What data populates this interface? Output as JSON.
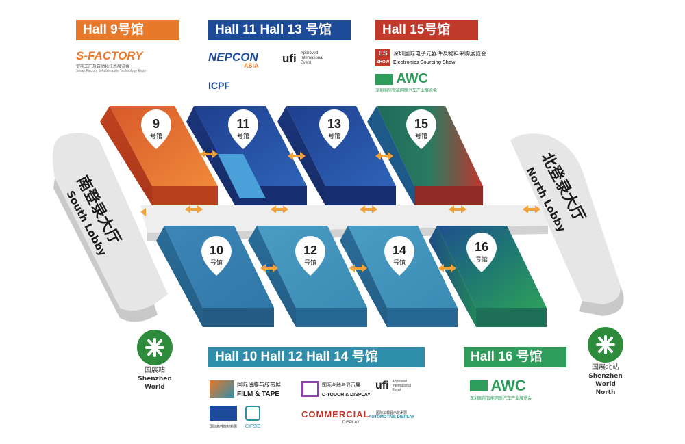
{
  "headers": {
    "h9": "Hall 9号馆",
    "h11_13": "Hall 11 Hall 13 号馆",
    "h15": "Hall 15号馆",
    "h10_12_14": "Hall 10  Hall 12 Hall 14 号馆",
    "h16": "Hall 16 号馆"
  },
  "halls": [
    {
      "num": "9",
      "suffix": "号馆"
    },
    {
      "num": "11",
      "suffix": "号馆"
    },
    {
      "num": "13",
      "suffix": "号馆"
    },
    {
      "num": "15",
      "suffix": "号馆"
    },
    {
      "num": "10",
      "suffix": "号馆"
    },
    {
      "num": "12",
      "suffix": "号馆"
    },
    {
      "num": "14",
      "suffix": "号馆"
    },
    {
      "num": "16",
      "suffix": "号馆"
    }
  ],
  "lobbies": {
    "south": {
      "cn": "南登录大厅",
      "en": "South Lobby"
    },
    "north": {
      "cn": "北登录大厅",
      "en": "North Lobby"
    }
  },
  "stations": {
    "south": {
      "cn": "国展站",
      "en": "Shenzhen World"
    },
    "north": {
      "cn": "国展北站",
      "en1": "Shenzhen World",
      "en2": "North"
    }
  },
  "logos": {
    "sfactory": {
      "name": "S-FACTORY",
      "sub": "智能工厂及自动化技术展览会",
      "sub_en": "Smart Factory & Automation Technology Expo"
    },
    "nepcon": {
      "name": "NEPCON",
      "sub": "ASIA"
    },
    "ufi": {
      "name": "ufi",
      "note1": "Approved",
      "note2": "International",
      "note3": "Event"
    },
    "icpf": {
      "name": "ICPF"
    },
    "es": {
      "name": "ES",
      "sub": "SHOW",
      "cn": "深圳国际电子元器件及物料采购展览会",
      "en": "Electronics Sourcing Show"
    },
    "awc": {
      "name": "AWC",
      "sub": "深圳国际智能网联汽车产业展览会"
    },
    "film": {
      "cn": "国际薄膜与胶带展",
      "en": "FILM & TAPE"
    },
    "ctouch": {
      "cn": "国际全触与显示展",
      "en": "C-TOUCH & DISPLAY"
    },
    "cifsie": {
      "name": "CIFSIE"
    },
    "commercial": {
      "name": "COMMERCIAL",
      "sub": "DISPLAY"
    },
    "automotive": {
      "cn": "国际车载显示技术展",
      "en": "AUTOMOTIVE DISPLAY"
    },
    "hdcf": {
      "cn": "国际高性能材料展"
    }
  },
  "colors": {
    "orange": "#e8782a",
    "blue_dark": "#1e4a9a",
    "red": "#c0392b",
    "teal": "#3a8fb8",
    "green": "#2e9c5a",
    "header_teal": "#2f8fab"
  }
}
